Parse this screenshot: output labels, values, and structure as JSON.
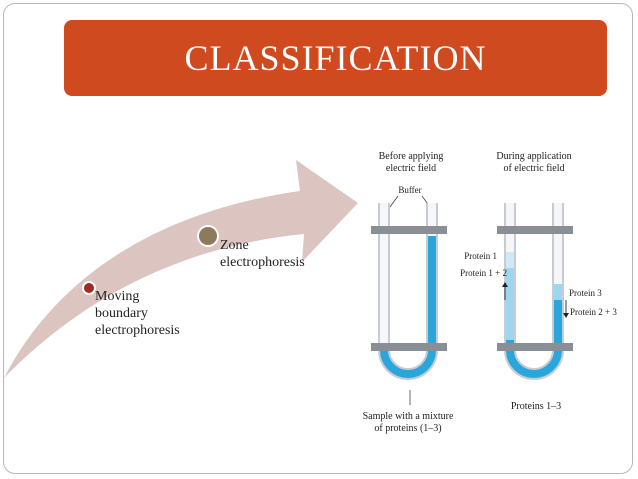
{
  "slide": {
    "title": "CLASSIFICATION"
  },
  "arrow": {
    "items": [
      {
        "label_lines": [
          "Moving",
          "boundary",
          "electrophoresis"
        ],
        "dot_color": "#a32a22"
      },
      {
        "label_lines": [
          "Zone",
          "electrophoresis"
        ],
        "dot_color": "#8c7a5c"
      }
    ],
    "arrow_color": "#dcc4c1"
  },
  "figure": {
    "panel_left": {
      "header_lines": [
        "Before applying",
        "electric field"
      ],
      "buffer_label": "Buffer",
      "caption_lines": [
        "Sample with a mixture",
        "of proteins (1–3)"
      ]
    },
    "panel_right": {
      "header_lines": [
        "During application",
        "of electric field"
      ],
      "protein_1_label": "Protein 1",
      "protein_1_2_label": "Protein 1 + 2",
      "protein_3_label": "Protein 3",
      "protein_2_3_label": "Protein 2 + 3",
      "caption": "Proteins 1–3"
    },
    "colors": {
      "solution": "#2aa6db",
      "solution_light": "#9fd6ef",
      "clamp": "#8a8f95",
      "tube": "#c8ccd0"
    }
  }
}
